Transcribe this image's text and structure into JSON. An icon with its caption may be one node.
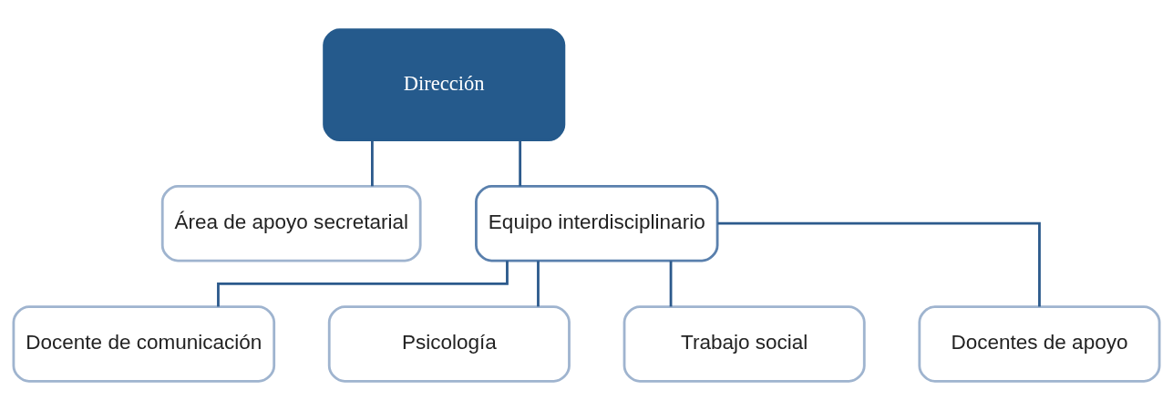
{
  "diagram": {
    "nodes": [
      {
        "text": [
          "Dirección"
        ]
      },
      {
        "text": [
          "Área de apoyo secretarial"
        ]
      },
      {
        "text": [
          "Equipo interdisciplinario"
        ]
      },
      {
        "text": [
          "Docente de comunicación"
        ]
      },
      {
        "text": [
          "Psicología"
        ]
      },
      {
        "text": [
          "Trabajo social"
        ]
      },
      {
        "text": [
          "Docentes de apoyo"
        ]
      }
    ],
    "edges": [
      {
        "from": 0,
        "to": 1,
        "arrow": "none"
      },
      {
        "from": 0,
        "to": 2,
        "arrow": "none"
      },
      {
        "from": 2,
        "to": 3,
        "arrow": "none"
      },
      {
        "from": 2,
        "to": 4,
        "arrow": "none"
      },
      {
        "from": 2,
        "to": 5,
        "arrow": "none"
      },
      {
        "from": 2,
        "to": 6,
        "arrow": "none"
      }
    ]
  }
}
